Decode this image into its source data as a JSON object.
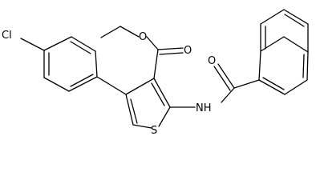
{
  "figure": {
    "type": "chemical-structure",
    "atom_labels": {
      "chlorine": "Cl",
      "ester_oxygen_single": "O",
      "ester_oxygen_double": "O",
      "amide_oxygen": "O",
      "amide_nitrogen": "NH",
      "thiophene_sulfur": "S"
    },
    "colors": {
      "bond": "#000000",
      "label": "#000000",
      "background": "#ffffff"
    }
  }
}
